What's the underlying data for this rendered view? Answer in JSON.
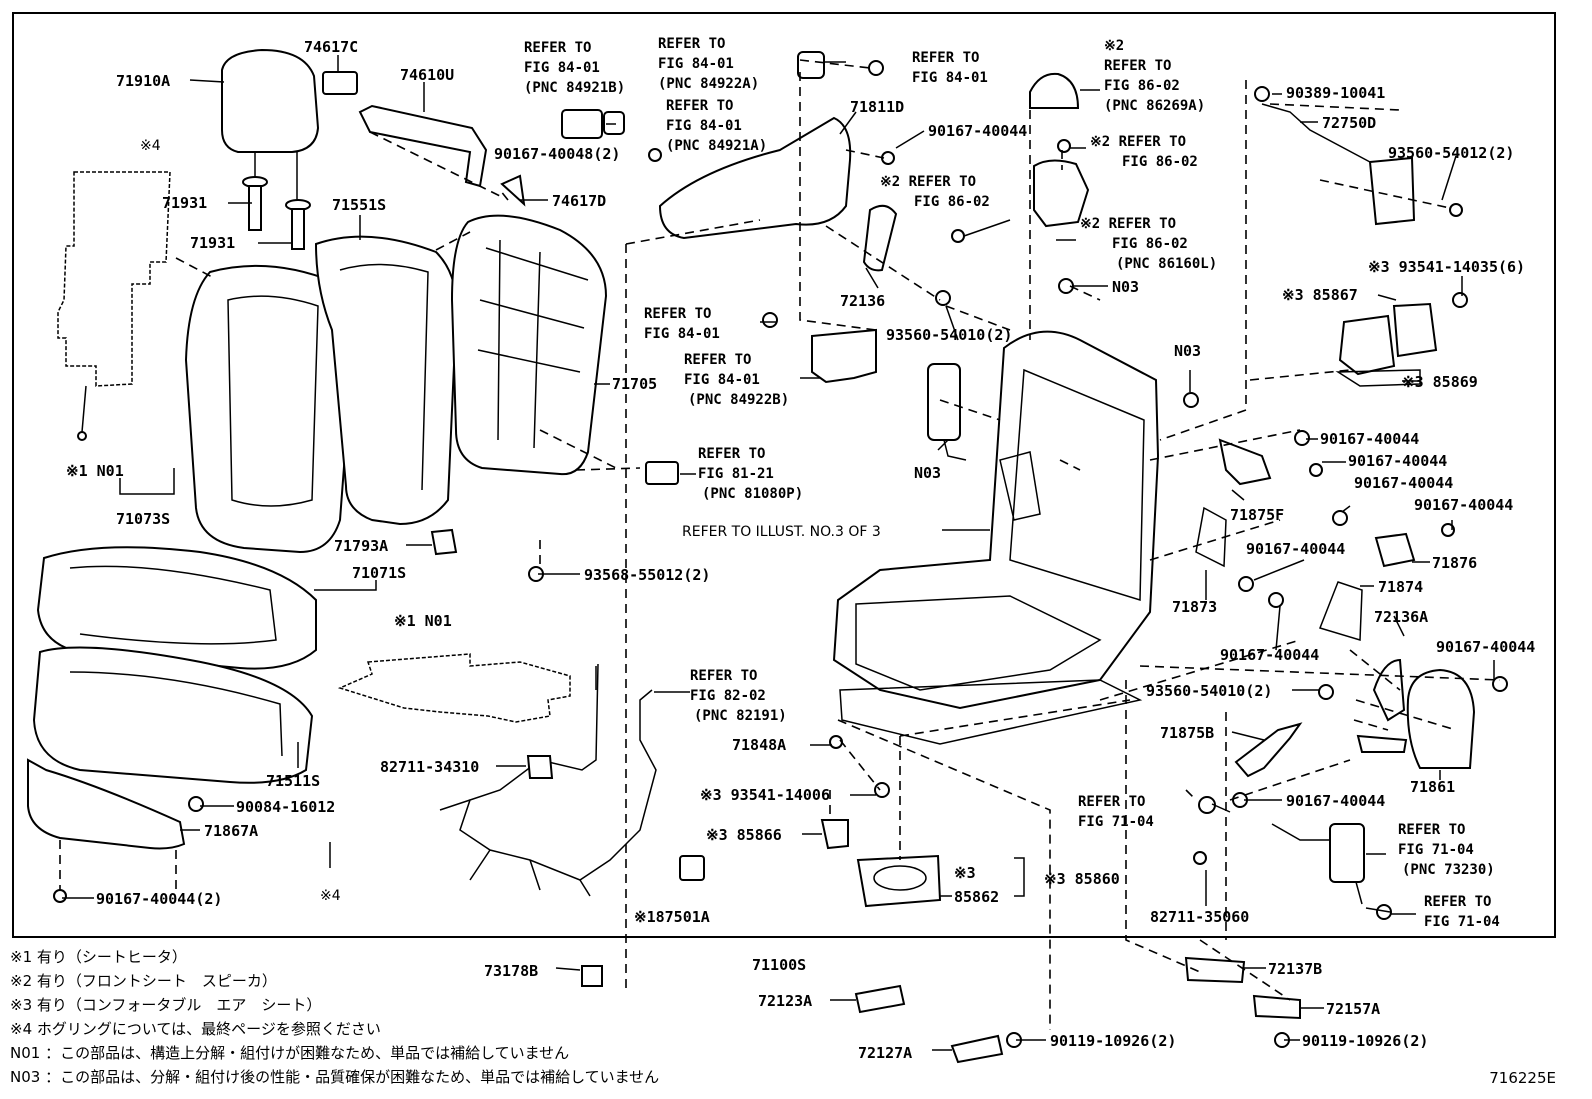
{
  "labels": {
    "p71910A": "71910A",
    "p74617C": "74617C",
    "p74610U": "74610U",
    "mark4a": "※4",
    "p71931a": "71931",
    "p71931b": "71931",
    "p71551S": "71551S",
    "p74617D": "74617D",
    "p90167_40048": "90167-40048(2)",
    "n01_left": "※1 N01",
    "p71073S": "71073S",
    "p71705": "71705",
    "p71793A": "71793A",
    "p71071S": "71071S",
    "n01_mid": "※1 N01",
    "p93568": "93568-55012(2)",
    "p71511S": "71511S",
    "p90084": "90084-16012",
    "p71867A": "71867A",
    "p90167_40044_2": "90167-40044(2)",
    "mark4b": "※4",
    "p82711_34310": "82711-34310",
    "p187501A": "※187501A",
    "p71848A": "71848A",
    "p93541_14006": "※3 93541-14006",
    "p85866": "※3 85866",
    "mark3_85862": "※3",
    "p85862": "85862",
    "p85860": "※3 85860",
    "p71811D": "71811D",
    "p90167_40044_top": "90167-40044",
    "p72136": "72136",
    "p93560_54010_2a": "93560-54010(2)",
    "n03_a": "N03",
    "n03_b": "N03",
    "n03_c": "N03",
    "refer_illust": "REFER TO ILLUST. NO.3 OF 3",
    "p90389": "90389-10041",
    "p72750D": "72750D",
    "p93560_54012": "93560-54012(2)",
    "p93541_14035": "※3 93541-14035(6)",
    "p85867": "※3 85867",
    "p85869": "※3 85869",
    "p90167_r1": "90167-40044",
    "p90167_r2": "90167-40044",
    "p90167_r3": "90167-40044",
    "p90167_r4": "90167-40044",
    "p71875F": "71875F",
    "p71876": "71876",
    "p90167_r5": "90167-40044",
    "p71874": "71874",
    "p71873": "71873",
    "p72136A": "72136A",
    "p90167_r6": "90167-40044",
    "p90167_r7": "90167-40044",
    "p93560_54010_2b": "93560-54010(2)",
    "p71875B": "71875B",
    "p71861": "71861",
    "p90167_r8": "90167-40044",
    "p82711_35060": "82711-35060",
    "p71100S": "71100S",
    "p73178B": "73178B",
    "p72123A": "72123A",
    "p72127A": "72127A",
    "p90119_a": "90119-10926(2)",
    "p72137B": "72137B",
    "p72157A": "72157A",
    "p90119_b": "90119-10926(2)"
  },
  "refs": {
    "r1": [
      "REFER TO",
      "FIG 84-01",
      "(PNC 84921B)"
    ],
    "r2": [
      "REFER TO",
      "FIG 84-01",
      "(PNC 84922A)"
    ],
    "r3": [
      "REFER TO",
      "FIG 84-01",
      "(PNC 84921A)"
    ],
    "r4": [
      "REFER TO",
      "FIG 84-01"
    ],
    "r5": [
      "※2",
      "REFER TO",
      "FIG 86-02",
      "(PNC 86269A)"
    ],
    "r6": [
      "※2 REFER TO",
      "FIG 86-02"
    ],
    "r7": [
      "※2 REFER TO",
      "FIG 86-02"
    ],
    "r8": [
      "※2 REFER TO",
      "FIG 86-02",
      "(PNC 86160L)"
    ],
    "r9": [
      "REFER TO",
      "FIG 84-01"
    ],
    "r10": [
      "REFER TO",
      "FIG 84-01",
      "(PNC 84922B)"
    ],
    "r11": [
      "REFER TO",
      "FIG 81-21",
      "(PNC 81080P)"
    ],
    "r12": [
      "REFER TO",
      "FIG 82-02",
      "(PNC 82191)"
    ],
    "r13": [
      "REFER TO",
      "FIG 71-04"
    ],
    "r14": [
      "REFER TO",
      "FIG 71-04",
      "(PNC 73230)"
    ],
    "r15": [
      "REFER TO",
      "FIG 71-04"
    ]
  },
  "notes": [
    "※1 有り（シートヒータ）",
    "※2 有り（フロントシート　スピーカ）",
    "※3 有り（コンフォータブル　エア　シート）",
    "※4 ホグリングについては、最終ページを参照ください",
    "N01 ：この部品は、構造上分解・組付けが困難なため、単品では補給していません",
    "N03 ：この部品は、分解・組付け後の性能・品質確保が困難なため、単品では補給していません"
  ],
  "illustration_code": "716225E"
}
